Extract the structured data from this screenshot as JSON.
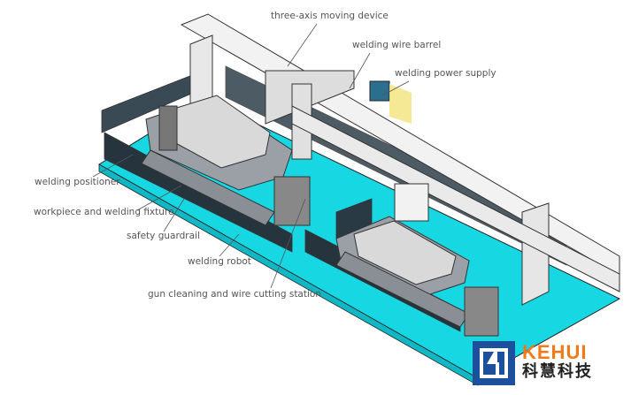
{
  "labels": {
    "three_axis": "three-axis moving device",
    "wire_barrel": "welding wire barrel",
    "power_supply": "welding power supply",
    "positioner": "welding positioner",
    "fixture": "workpiece and welding fixture",
    "guardrail": "safety guardrail",
    "robot": "welding robot",
    "gun_cleaning": "gun cleaning and wire cutting station"
  },
  "logo": {
    "en": "KEHUI",
    "cn": "科慧科技"
  },
  "colors": {
    "floor": "#17d7e3",
    "logo_blue": "#1c4f9c",
    "logo_orange": "#f07a1a"
  }
}
